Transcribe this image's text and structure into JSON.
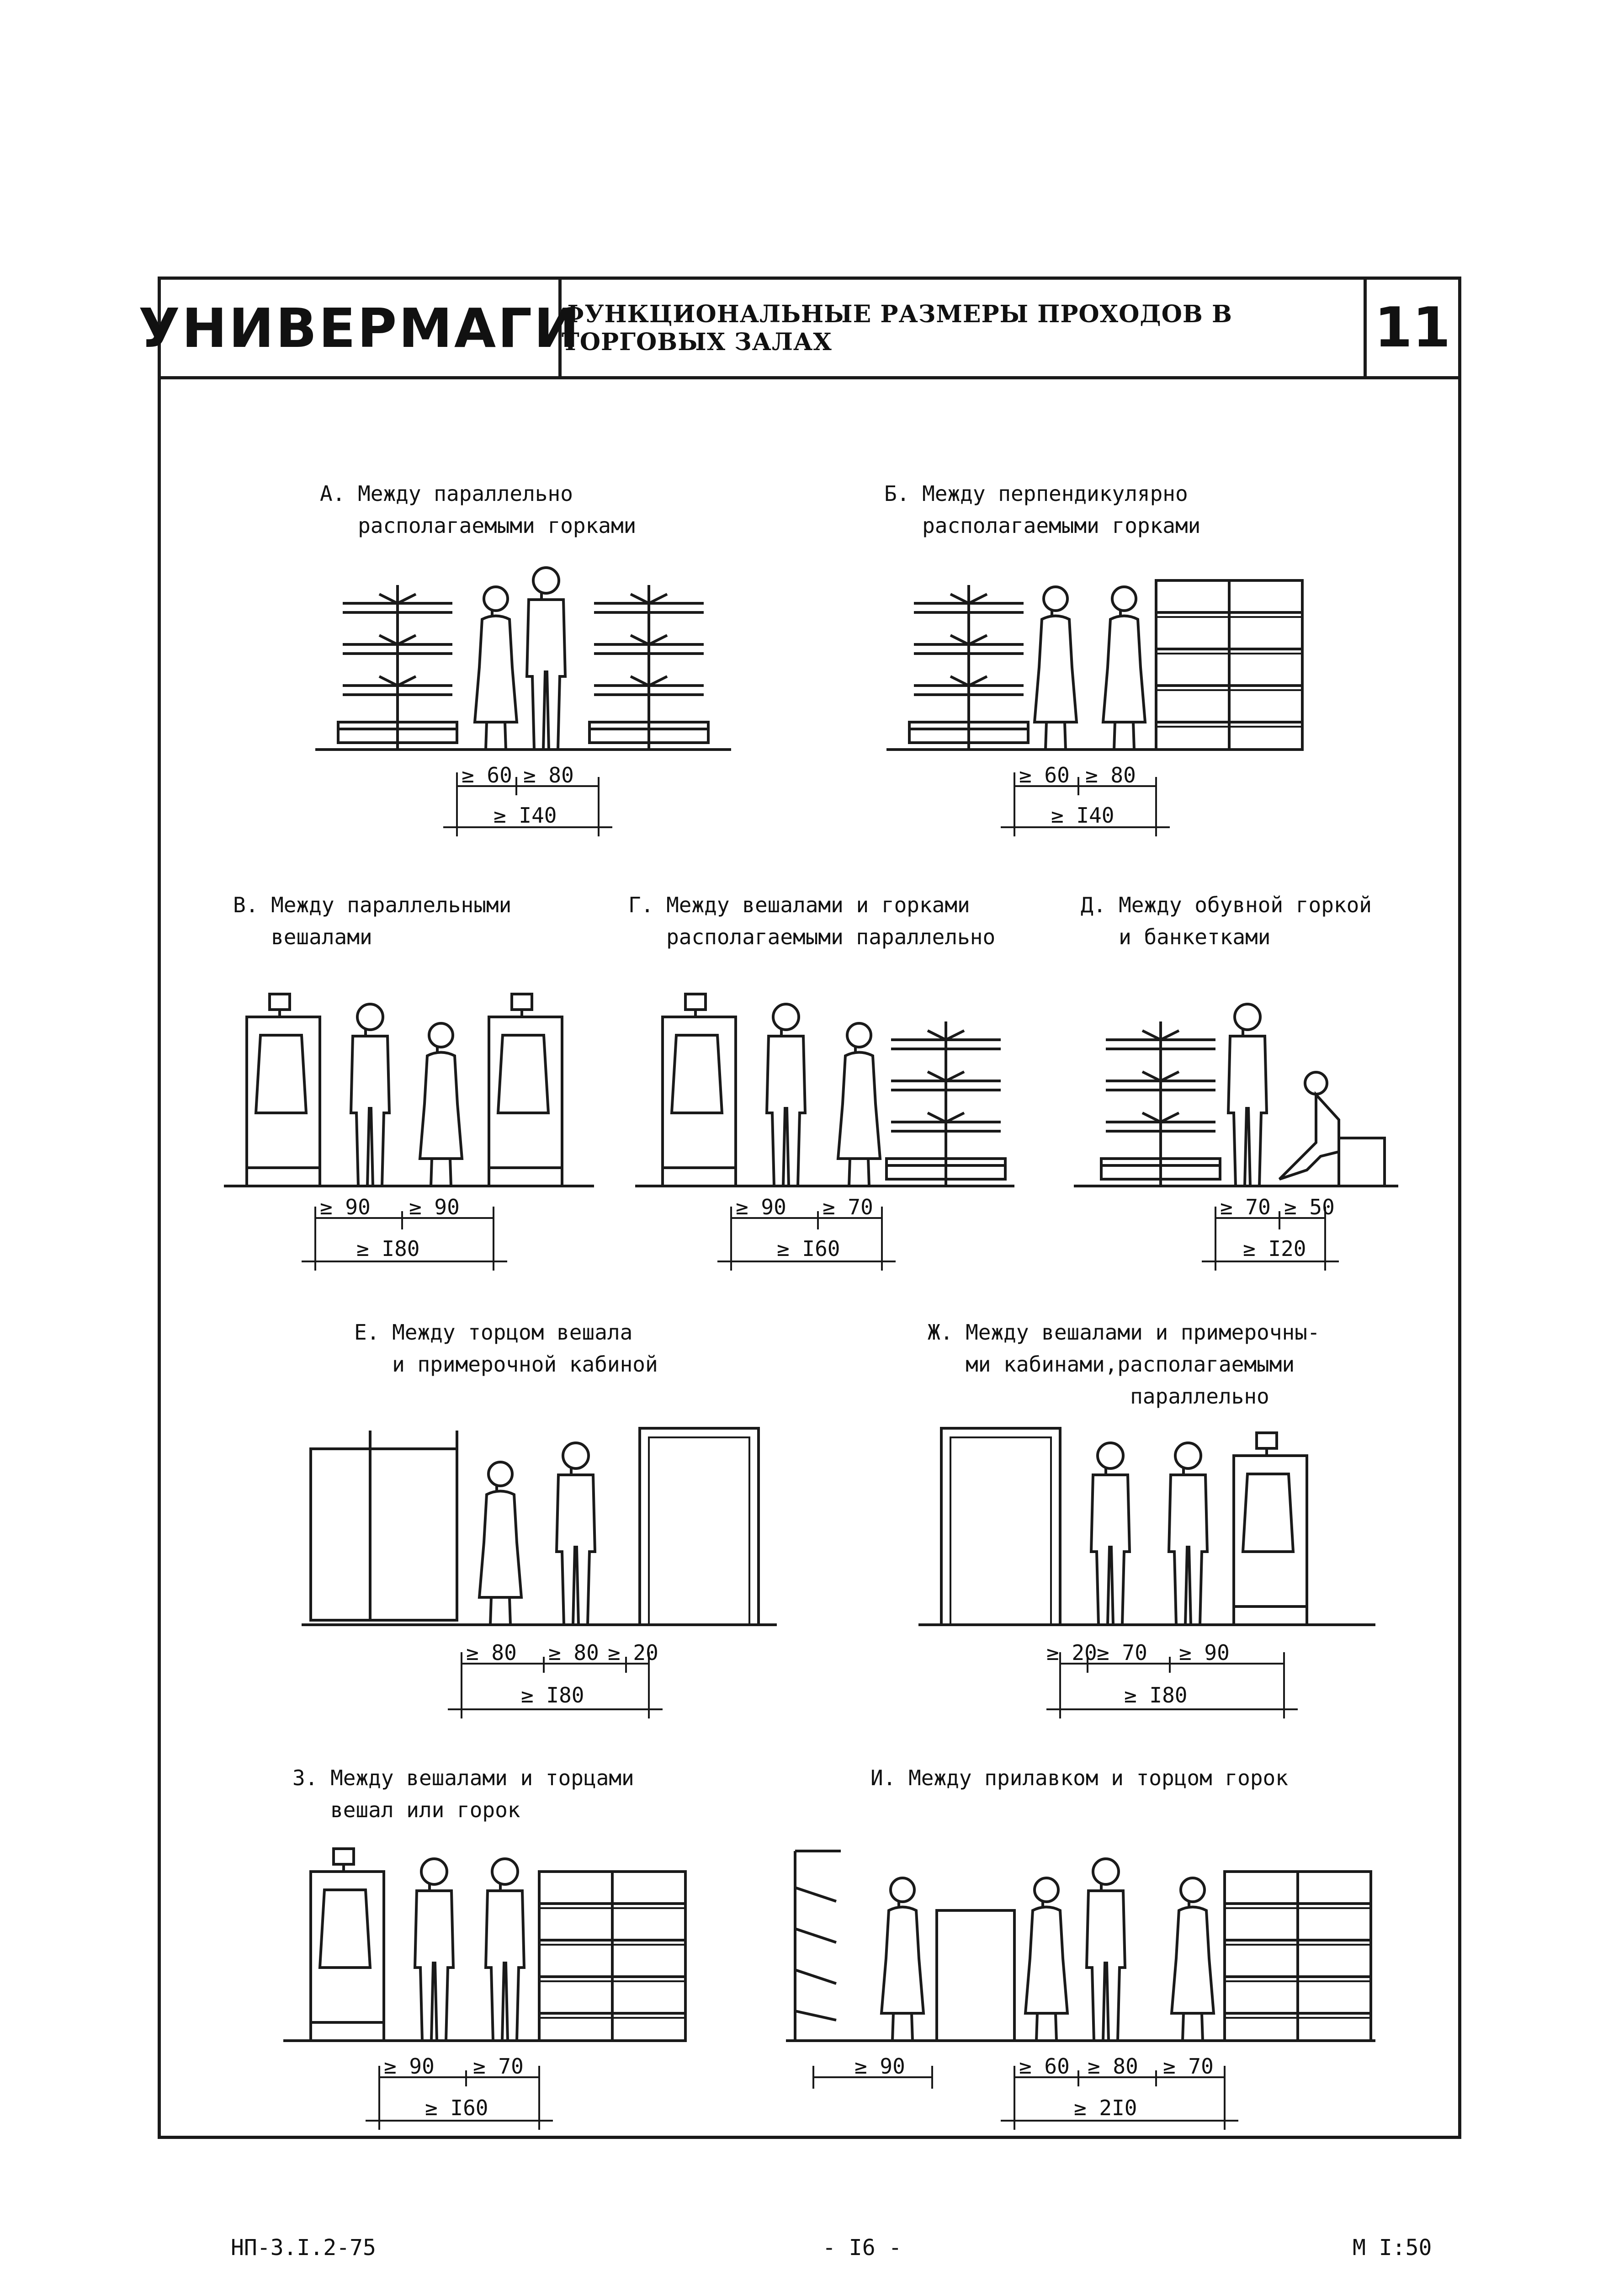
{
  "header": {
    "brand": "УНИВЕРМАГИ",
    "title": "ФУНКЦИОНАЛЬНЫЕ РАЗМЕРЫ ПРОХОДОВ В ТОРГОВЫХ ЗАЛАХ",
    "sheet_number": "11"
  },
  "sections": {
    "a": {
      "caption": "А. Между параллельно\n   располагаемыми горками",
      "dims": [
        "≥ 60",
        "≥ 80",
        "≥ I40"
      ]
    },
    "b": {
      "caption": "Б. Между перпендикулярно\n   располагаемыми горками",
      "dims": [
        "≥ 60",
        "≥ 80",
        "≥ I40"
      ]
    },
    "v": {
      "caption": "В. Между параллельными\n   вешалами",
      "dims": [
        "≥ 90",
        "≥ 90",
        "≥ I80"
      ]
    },
    "g": {
      "caption": "Г. Между вешалами и горками\n   располагаемыми параллельно",
      "dims": [
        "≥ 90",
        "≥ 70",
        "≥ I60"
      ]
    },
    "d": {
      "caption": "Д. Между обувной горкой\n   и банкетками",
      "dims": [
        "≥ 70",
        "≥ 50",
        "≥ I20"
      ]
    },
    "e": {
      "caption": "Е. Между торцом вешала\n   и примерочной кабиной",
      "dims": [
        "≥ 80",
        "≥ 80",
        "≥ 20",
        "≥ I80"
      ]
    },
    "zh": {
      "caption": "Ж. Между вешалами и примерочны-\n   ми кабинами,располагаемыми\n                параллельно",
      "dims": [
        "≥ 20",
        "≥ 70",
        "≥ 90",
        "≥ I80"
      ]
    },
    "z": {
      "caption": "З. Между вешалами и торцами\n   вешал или горок",
      "dims": [
        "≥ 90",
        "≥ 70",
        "≥ I60"
      ]
    },
    "i": {
      "caption": "И. Между прилавком и торцом горок",
      "dims": [
        "≥ 90",
        "≥ 60",
        "≥ 80",
        "≥ 70",
        "≥ 2I0"
      ]
    }
  },
  "footer": {
    "code": "НП-3.I.2-75",
    "page": "-  I6  -",
    "scale": "М I:50"
  }
}
